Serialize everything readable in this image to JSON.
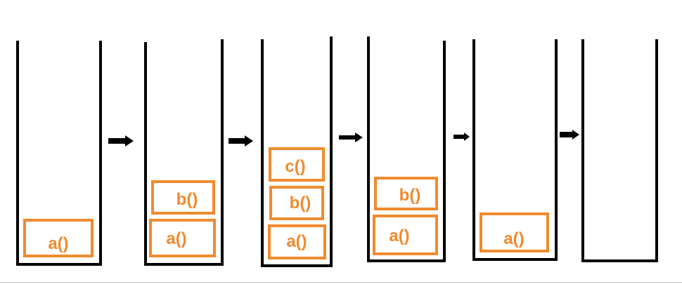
{
  "colors": {
    "stack_outline": "#000000",
    "frame_border": "#f08a2e",
    "frame_text": "#f08a2e",
    "arrow": "#000000",
    "baseline": "#cfcfcf"
  },
  "stacks": [
    {
      "frames": [
        "a()"
      ]
    },
    {
      "frames": [
        "a()",
        "b()"
      ]
    },
    {
      "frames": [
        "a()",
        "b()",
        "c()"
      ]
    },
    {
      "frames": [
        "a()",
        "b()"
      ]
    },
    {
      "frames": [
        "a()"
      ]
    },
    {
      "frames": []
    }
  ],
  "arrow_icon": "right-arrow-icon"
}
